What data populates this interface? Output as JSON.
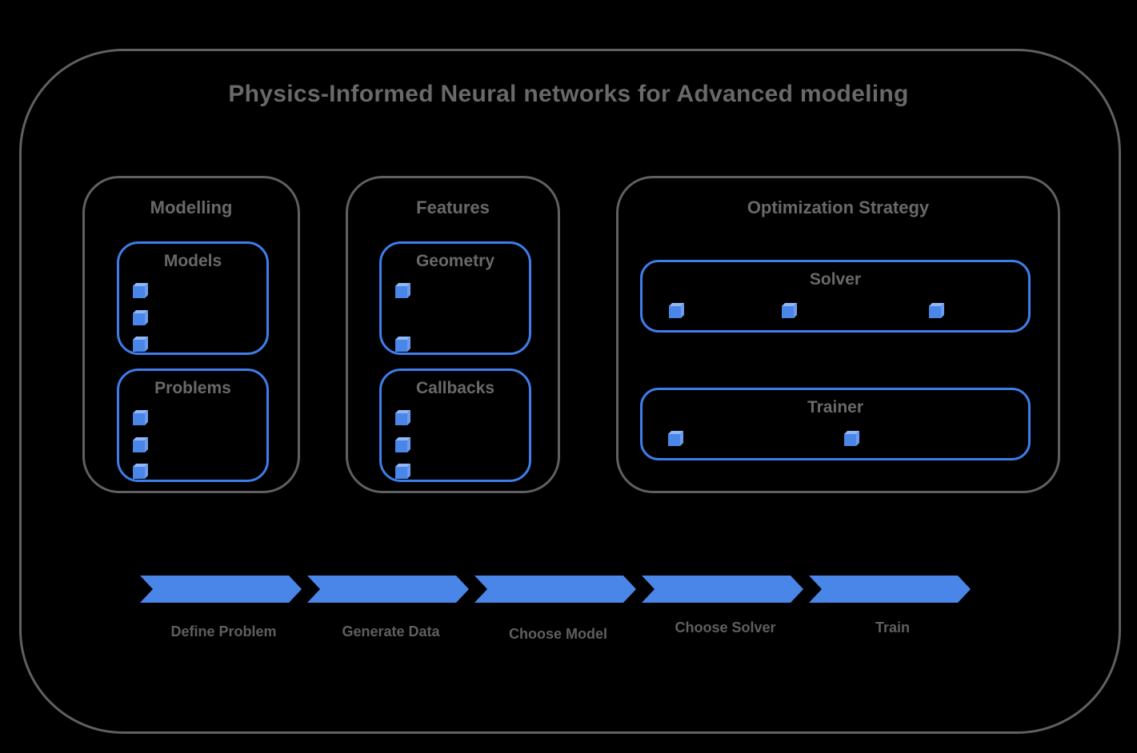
{
  "diagram": {
    "title": "Physics-Informed Neural networks for Advanced modeling",
    "groups": [
      {
        "label": "Modelling",
        "boxes": [
          {
            "label": "Models",
            "bullet_count": 3,
            "bullet_layout": "vertical"
          },
          {
            "label": "Problems",
            "bullet_count": 3,
            "bullet_layout": "vertical"
          }
        ]
      },
      {
        "label": "Features",
        "boxes": [
          {
            "label": "Geometry",
            "bullet_count": 2,
            "bullet_layout": "vertical"
          },
          {
            "label": "Callbacks",
            "bullet_count": 3,
            "bullet_layout": "vertical"
          }
        ]
      },
      {
        "label": "Optimization Strategy",
        "boxes": [
          {
            "label": "Solver",
            "bullet_count": 3,
            "bullet_layout": "horizontal"
          },
          {
            "label": "Trainer",
            "bullet_count": 2,
            "bullet_layout": "horizontal"
          }
        ]
      }
    ],
    "pipeline_steps": [
      {
        "label": "Define Problem"
      },
      {
        "label": "Generate Data"
      },
      {
        "label": "Choose Model"
      },
      {
        "label": "Choose Solver"
      },
      {
        "label": "Train"
      }
    ],
    "colors": {
      "arrow-blue": "#4a86e8",
      "box-border-blue": "#3e7dea",
      "outline-gray": "#606060",
      "text-gray": "#696969",
      "step-text-gray": "#5f5f5f",
      "cube-front": "#4a86e8",
      "cube-top": "#92b7f5",
      "cube-side": "#6d9cee",
      "background": "#000000"
    }
  }
}
